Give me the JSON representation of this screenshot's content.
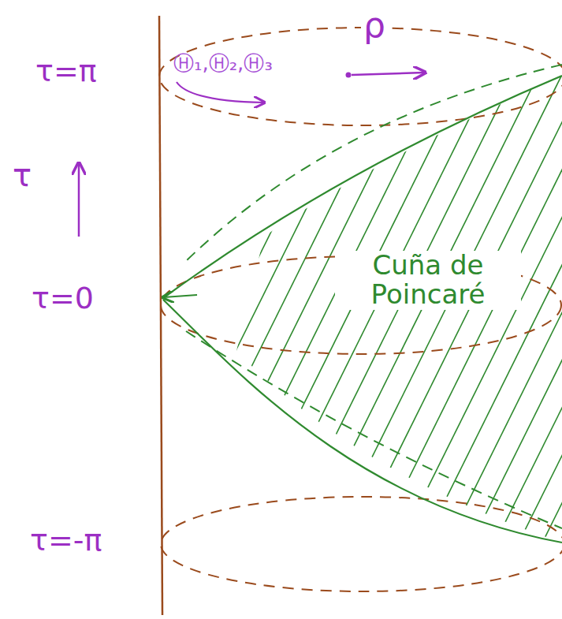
{
  "diagram": {
    "labels": [
      "τ=π",
      "τ=0",
      "τ=-π",
      "τ",
      "ρ",
      "Ⓗ₁,Ⓗ₂,Ⓗ₃",
      "Cuña de Poincaré"
    ]
  }
}
